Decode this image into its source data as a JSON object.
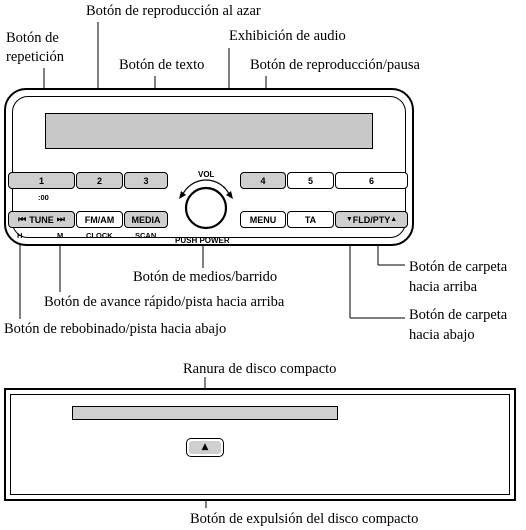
{
  "labels": {
    "random": "Botón de reproducción al azar",
    "repeat_line1": "Botón de",
    "repeat_line2": "repetición",
    "text": "Botón de texto",
    "audio_display": "Exhibición de audio",
    "play_pause": "Botón de reproducción/pausa",
    "media_scan": "Botón de medios/barrido",
    "fast_forward": "Botón de avance rápido/pista hacia arriba",
    "rewind": "Botón de rebobinado/pista hacia abajo",
    "folder_up_line1": "Botón de carpeta",
    "folder_up_line2": "hacia arriba",
    "folder_down_line1": "Botón de carpeta",
    "folder_down_line2": "hacia abajo",
    "cd_slot": "Ranura de disco compacto",
    "cd_eject": "Botón de expulsión del disco compacto"
  },
  "unit": {
    "preset_buttons": [
      "1",
      "2",
      "3",
      "4",
      "5",
      "6"
    ],
    "clock_sub": ":00",
    "tune": "TUNE",
    "tune_h": "H",
    "tune_m": "M",
    "fm_am": "FM/AM",
    "clock": "CLOCK",
    "media": "MEDIA",
    "scan": "SCAN",
    "vol": "VOL",
    "push_power": "PUSH POWER",
    "menu": "MENU",
    "ta": "TA",
    "fld_pty": "FLD/PTY",
    "eject_symbol": "▲"
  }
}
